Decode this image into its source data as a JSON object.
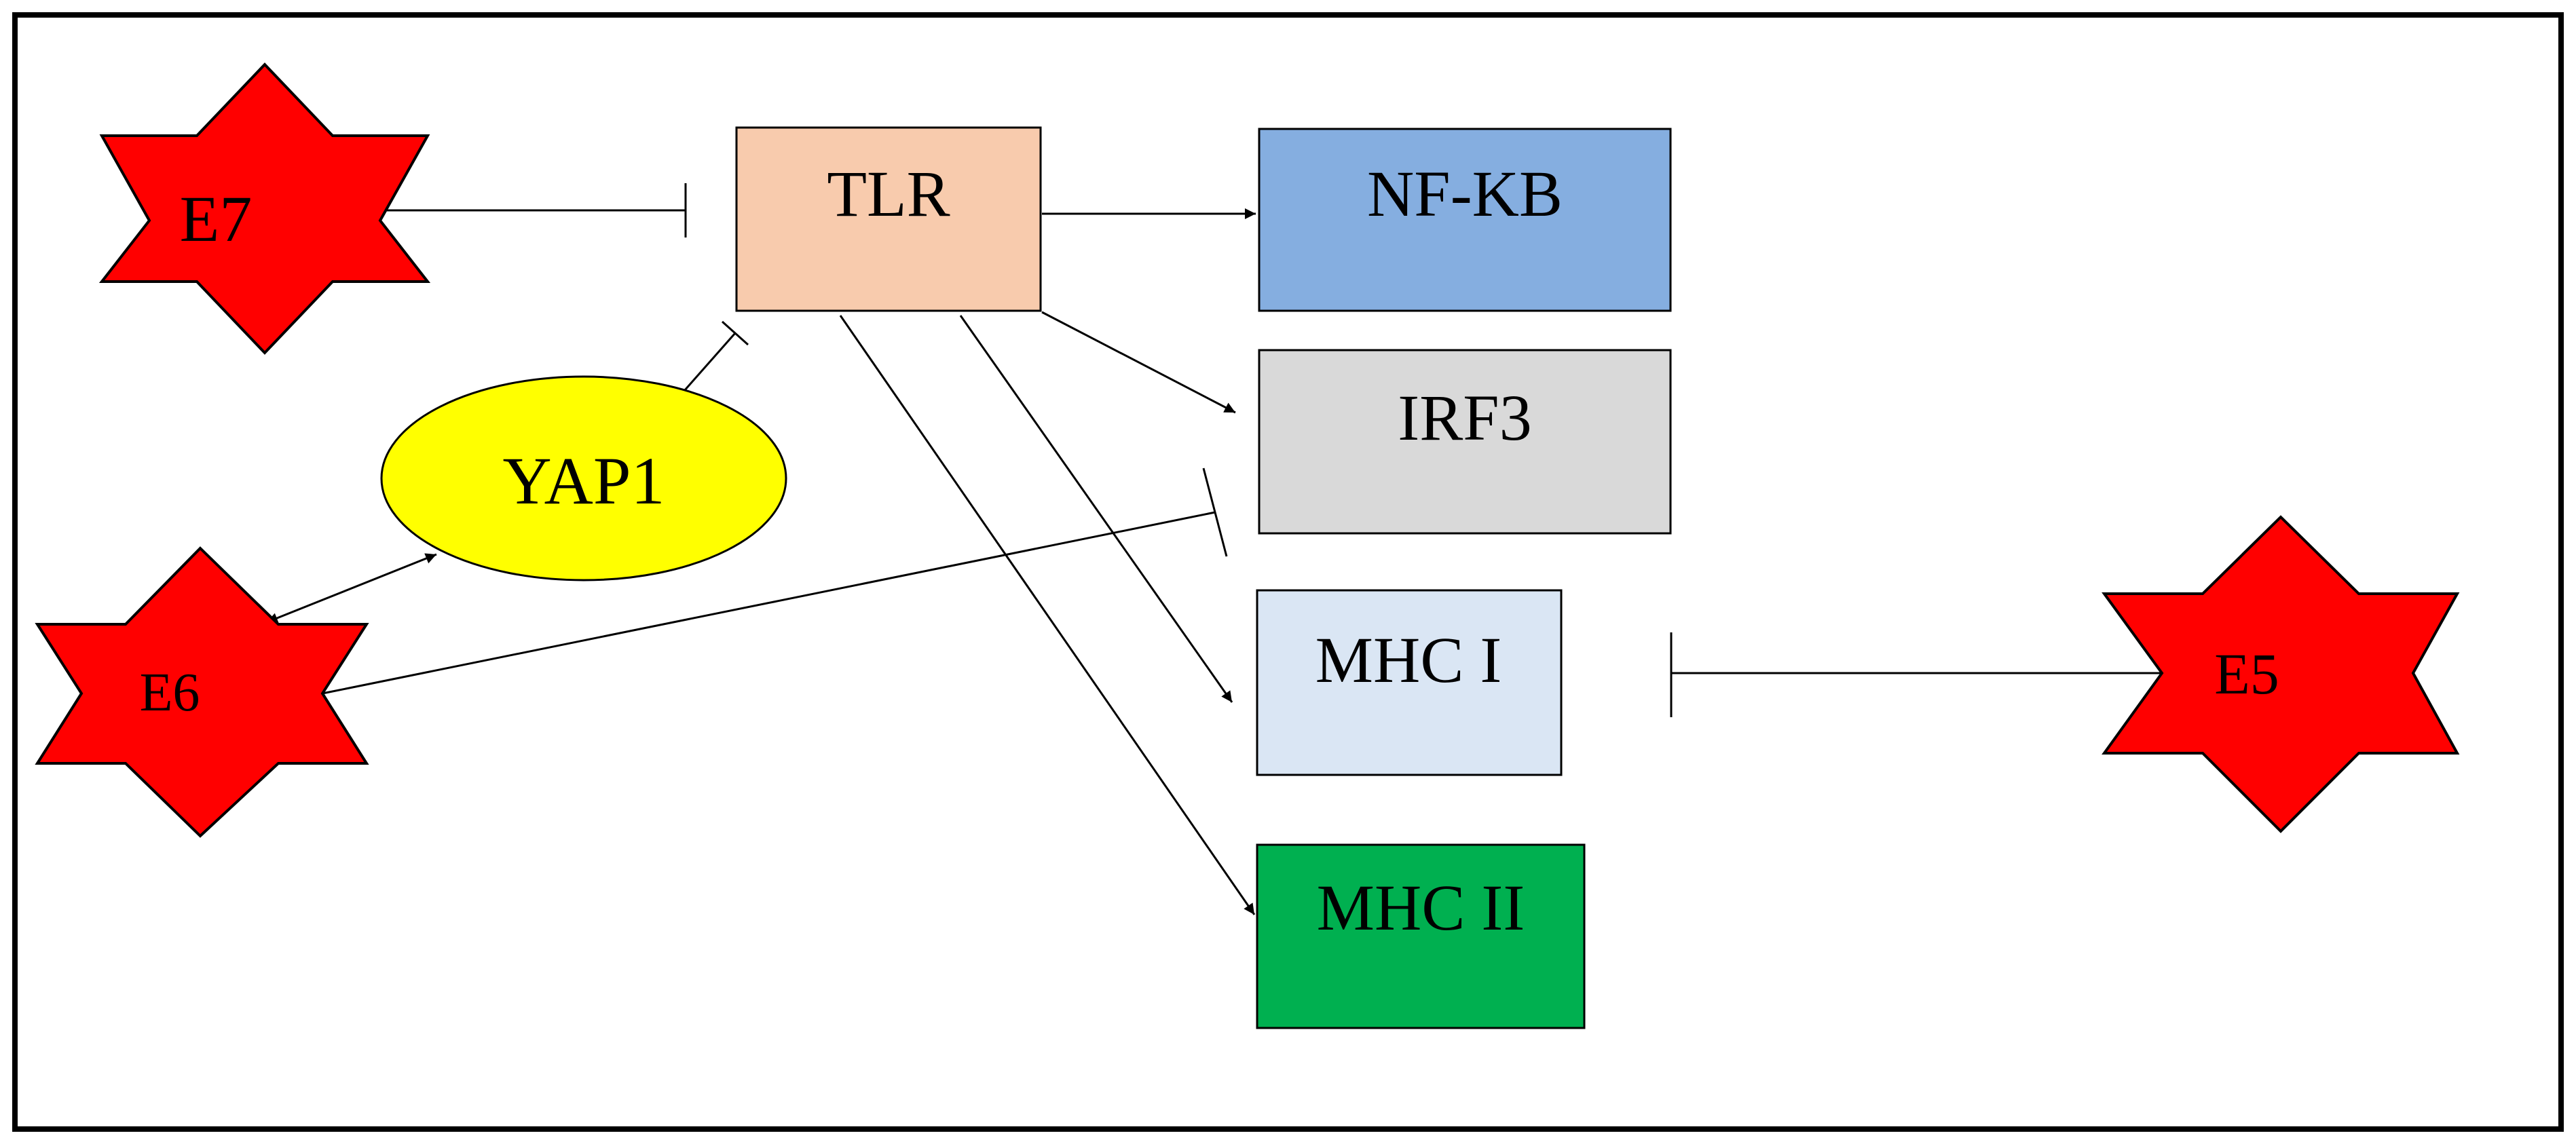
{
  "colors": {
    "star": "#ff0000",
    "tlr": "#f8cbad",
    "nfkb": "#85aee0",
    "irf3": "#d9d9d9",
    "mhc1": "#dae6f4",
    "mhc2": "#00b050",
    "yap1": "#ffff00",
    "border": "#000000"
  },
  "nodes": {
    "tlr": {
      "label": "TLR"
    },
    "nfkb": {
      "label": "NF-KB"
    },
    "irf3": {
      "label": "IRF3"
    },
    "mhc1": {
      "label": "MHC I"
    },
    "mhc2": {
      "label": "MHC II"
    },
    "yap1": {
      "label": "YAP1"
    },
    "e7": {
      "label": "E7"
    },
    "e6": {
      "label": "E6"
    },
    "e5": {
      "label": "E5"
    }
  },
  "edges": [
    {
      "from": "E7",
      "to": "TLR",
      "type": "inhibition"
    },
    {
      "from": "TLR",
      "to": "NF-KB",
      "type": "activation"
    },
    {
      "from": "TLR",
      "to": "IRF3",
      "type": "activation"
    },
    {
      "from": "TLR",
      "to": "MHC I",
      "type": "activation"
    },
    {
      "from": "TLR",
      "to": "MHC II",
      "type": "activation"
    },
    {
      "from": "YAP1",
      "to": "TLR",
      "type": "inhibition"
    },
    {
      "from": "E6",
      "to": "YAP1",
      "type": "bidirectional"
    },
    {
      "from": "E6",
      "to": "IRF3",
      "type": "inhibition"
    },
    {
      "from": "E5",
      "to": "MHC I",
      "type": "inhibition"
    }
  ]
}
